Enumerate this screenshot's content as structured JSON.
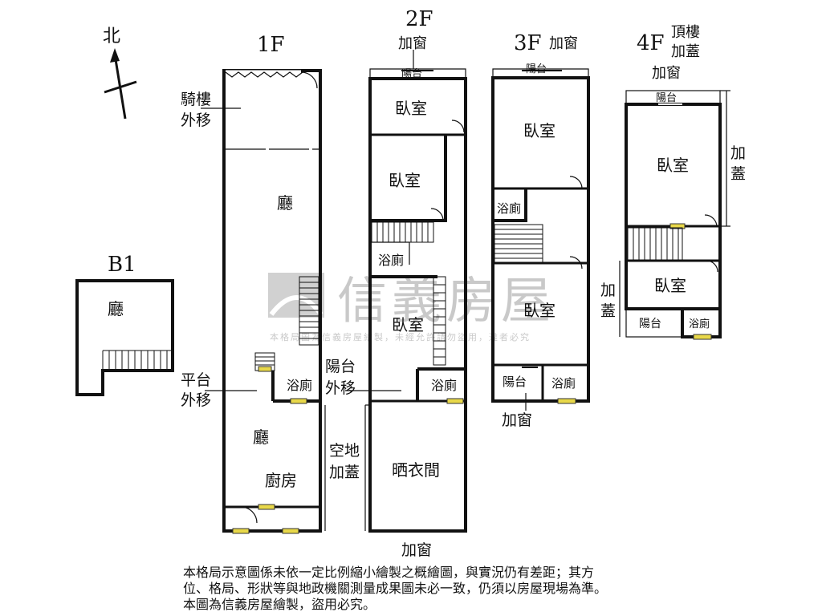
{
  "compass": {
    "label": "北"
  },
  "floors": {
    "b1": {
      "title": "B1",
      "rooms": [
        "廳"
      ]
    },
    "f1": {
      "title": "1F",
      "rooms": [
        "廳",
        "浴廁",
        "廳",
        "廚房"
      ],
      "notes": [
        "騎樓",
        "外移",
        "平台",
        "外移"
      ]
    },
    "f2": {
      "title": "2F",
      "rooms": [
        "陽台",
        "臥室",
        "臥室",
        "浴廁",
        "臥室",
        "浴廁",
        "晒衣間"
      ],
      "notes": [
        "加窗",
        "陽台",
        "外移",
        "空地",
        "加蓋",
        "加窗"
      ]
    },
    "f3": {
      "title": "3F",
      "rooms": [
        "陽台",
        "臥室",
        "浴廁",
        "臥室",
        "陽台",
        "浴廁"
      ],
      "notes": [
        "加窗",
        "加窗"
      ]
    },
    "f4": {
      "title": "4F",
      "rooms": [
        "陽台",
        "臥室",
        "臥室",
        "陽台",
        "浴廁"
      ],
      "notes": [
        "頂樓",
        "加蓋",
        "加窗",
        "加",
        "蓋",
        "加",
        "蓋"
      ]
    }
  },
  "watermark": {
    "brand": "信義房屋",
    "subtext": "本格局圖為信義房屋繪製，未經允許請勿盜用，違者必究"
  },
  "disclaimer": [
    "本格局示意圖係未依一定比例縮小繪製之概繪圖，與實況仍有差距；其方",
    "位、格局、形狀等與地政機關測量成果圖未必一致，仍須以房屋現場為準。",
    "本圖為信義房屋繪製，盜用必究。"
  ]
}
